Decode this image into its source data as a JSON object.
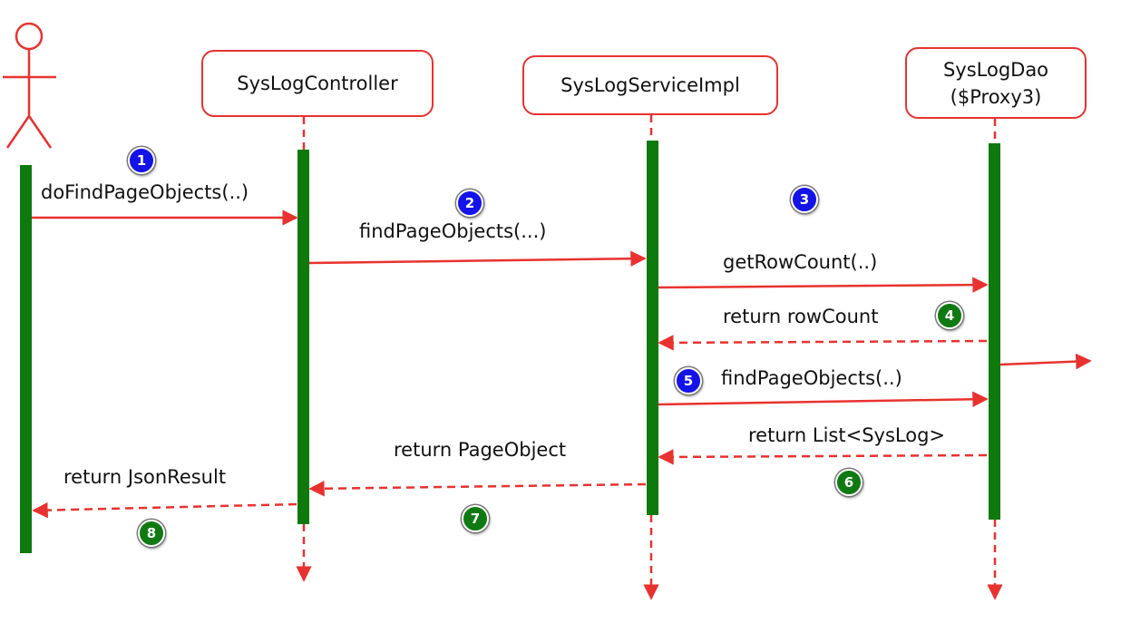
{
  "participants": {
    "controller": "SysLogController",
    "service": "SysLogServiceImpl",
    "dao": "SysLogDao\n($Proxy3)"
  },
  "messages": {
    "m1": "doFindPageObjects(..)",
    "m2": "findPageObjects(...)",
    "m3": "getRowCount(..)",
    "m4": "return rowCount",
    "m5": "findPageObjects(..)",
    "m6": "return List<SysLog>",
    "m7": "return PageObject",
    "m8": "return JsonResult"
  },
  "steps": {
    "s1": "1",
    "s2": "2",
    "s3": "3",
    "s4": "4",
    "s5": "5",
    "s6": "6",
    "s7": "7",
    "s8": "8"
  },
  "colors": {
    "line": "#e8322f",
    "activation": "#0e7a0e",
    "badge_call": "#1414e8",
    "badge_return": "#107a12"
  }
}
